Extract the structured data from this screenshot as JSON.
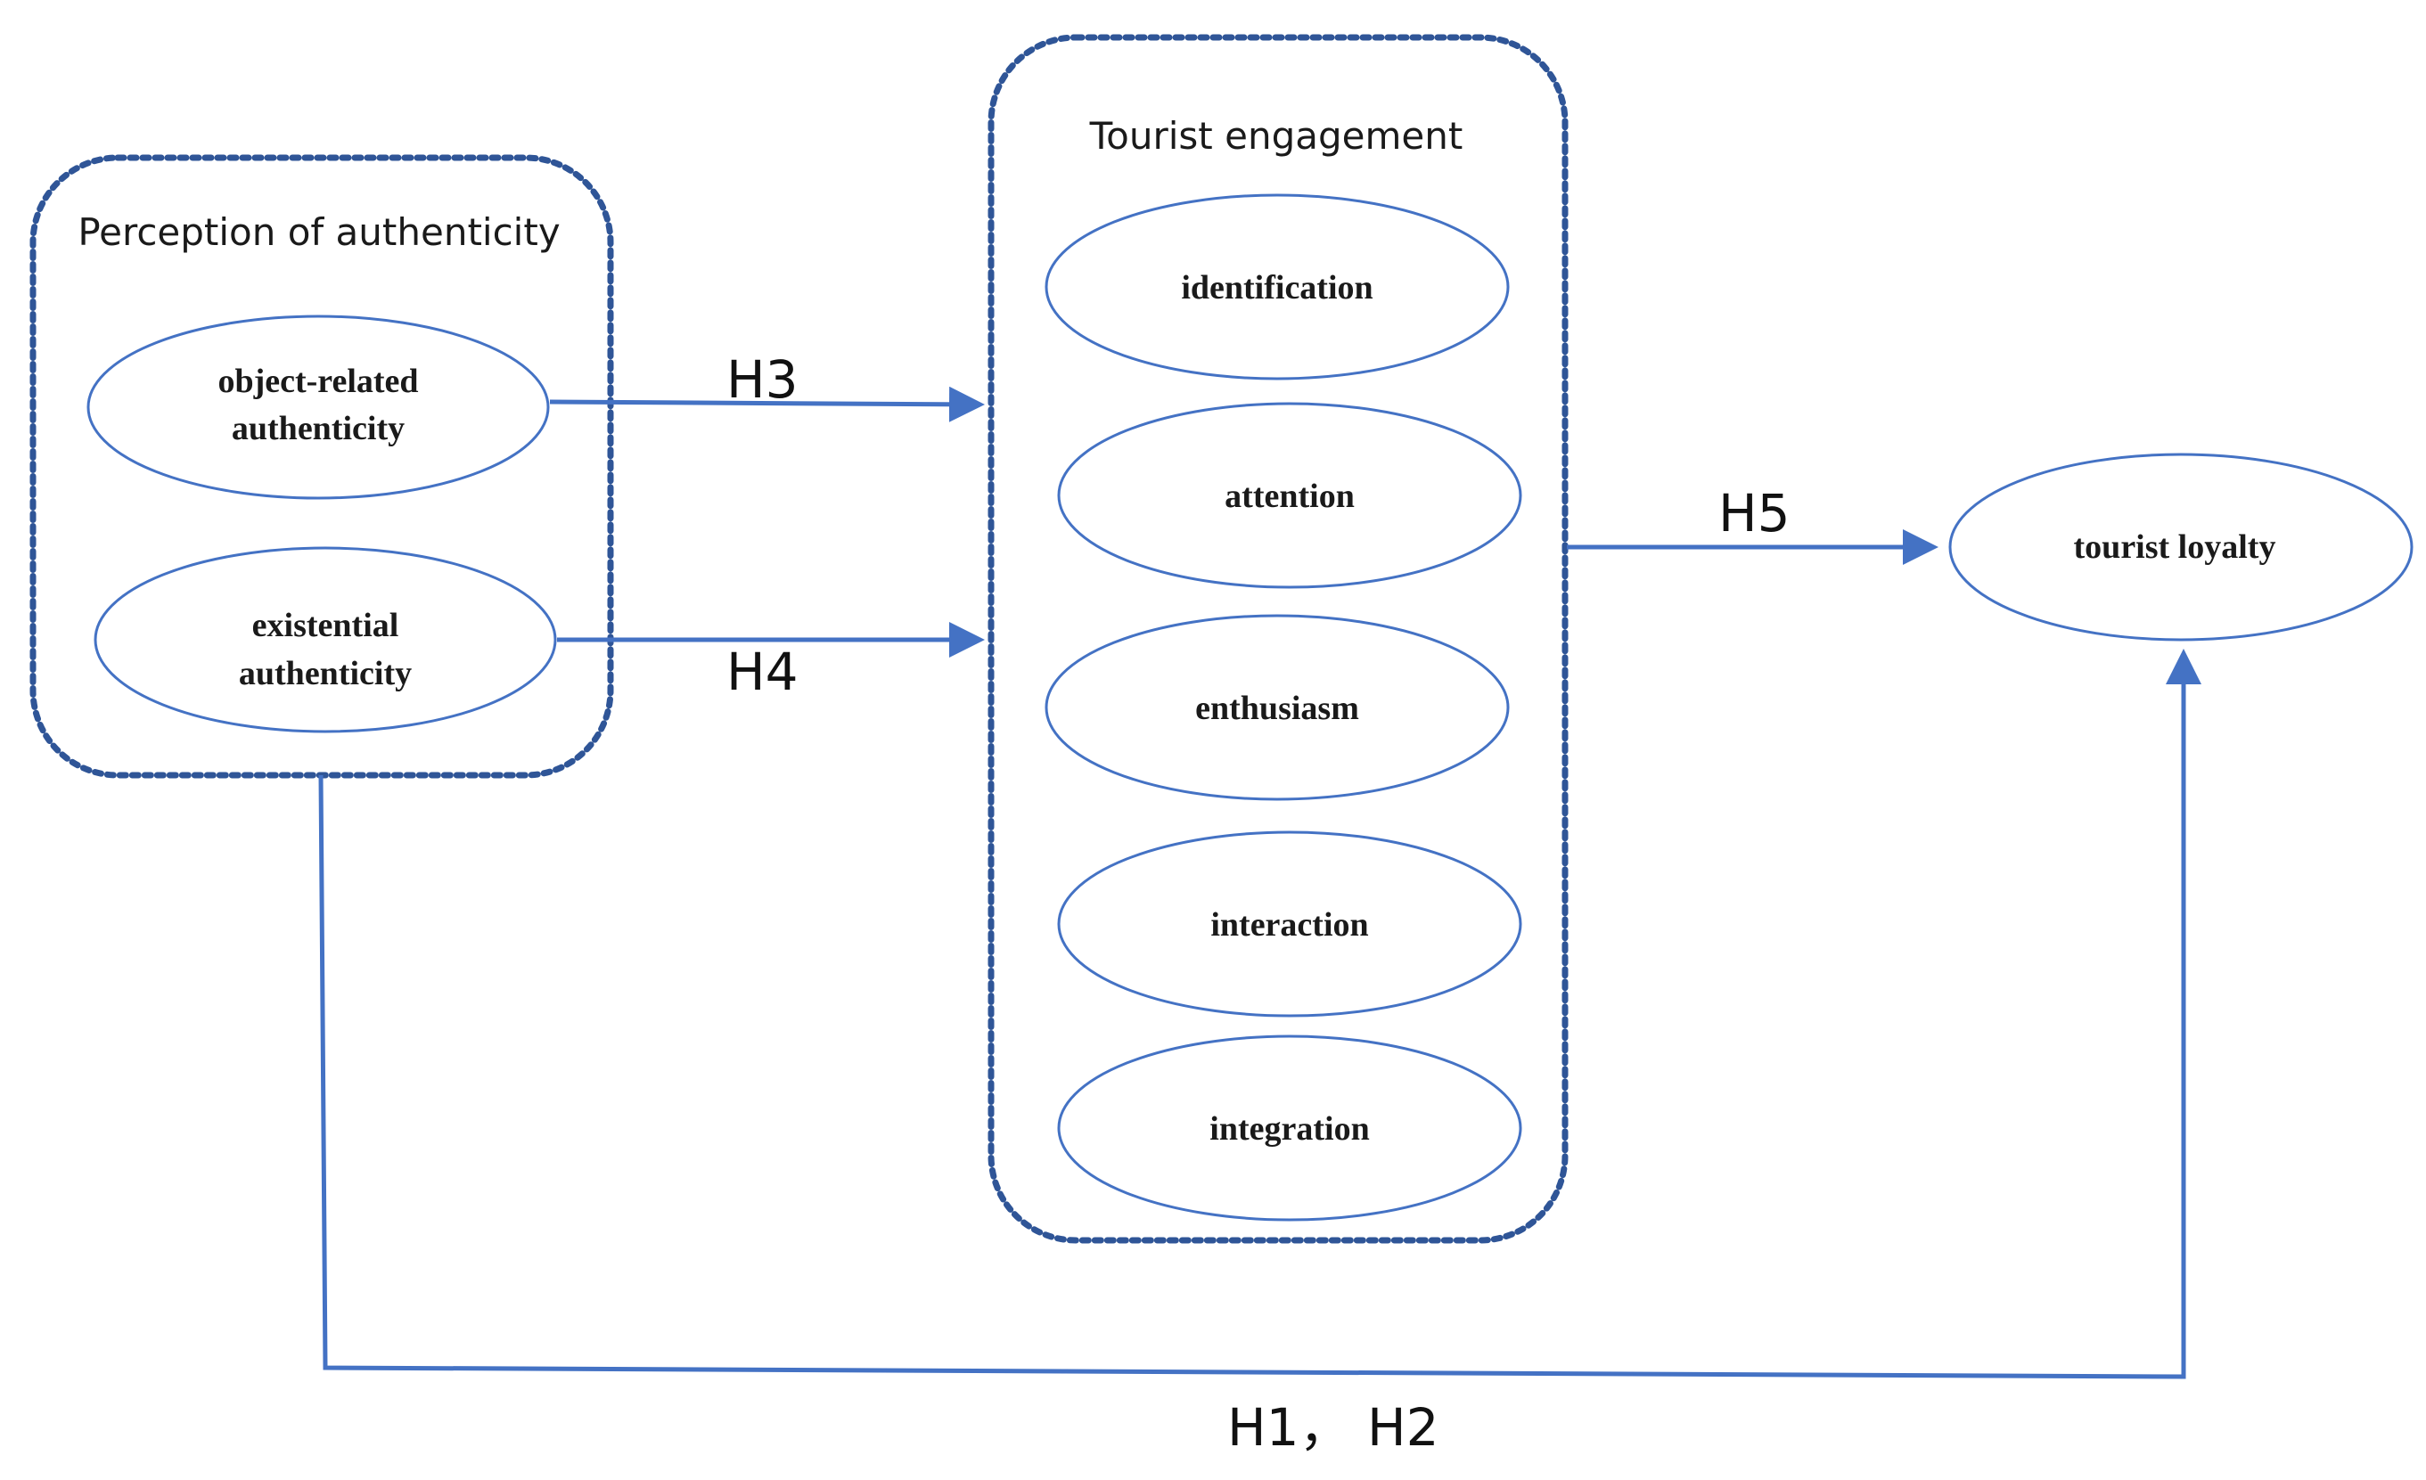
{
  "groups": {
    "authenticity": {
      "title": "Perception of authenticity"
    },
    "engagement": {
      "title": "Tourist engagement"
    }
  },
  "nodes": {
    "object_related_line1": "object-related",
    "object_related_line2": "authenticity",
    "existential_line1": "existential",
    "existential_line2": "authenticity",
    "identification": "identification",
    "attention": "attention",
    "enthusiasm": "enthusiasm",
    "interaction": "interaction",
    "integration": "integration",
    "tourist_loyalty": "tourist loyalty"
  },
  "edges": {
    "h3": "H3",
    "h4": "H4",
    "h5": "H5",
    "h1_h2": "H1， H2"
  },
  "colors": {
    "arrow": "#4472c4",
    "group_border": "#2f5597"
  }
}
